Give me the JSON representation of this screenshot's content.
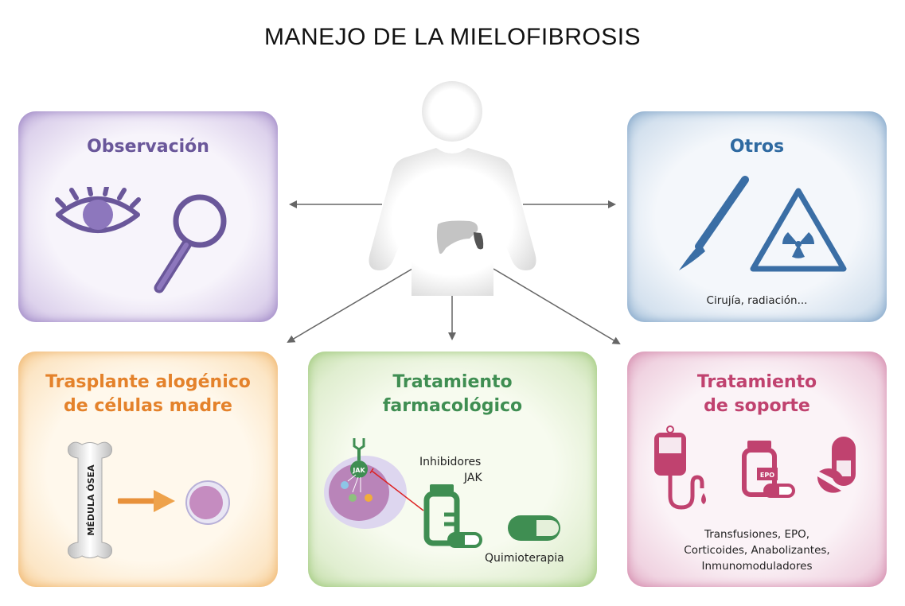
{
  "title": "MANEJO DE LA MIELOFIBROSIS",
  "center": {
    "figure": "person-silhouette",
    "organs": [
      "liver",
      "spleen"
    ]
  },
  "cards": {
    "observacion": {
      "title": "Observación",
      "icons": [
        "eye-icon",
        "magnifier-icon"
      ],
      "color": "#6a579a"
    },
    "otros": {
      "title": "Otros",
      "icons": [
        "scalpel-icon",
        "radiation-warning-icon"
      ],
      "caption": "Cirujía, radiación...",
      "color": "#2f6aa1"
    },
    "trasplante": {
      "title_line1": "Trasplante alogénico",
      "title_line2": "de células madre",
      "bone_label": "MÉDULA ÓSEA",
      "icons": [
        "bone-icon",
        "arrow-right-icon",
        "stem-cell-icon"
      ],
      "color": "#e4822b"
    },
    "farmacologico": {
      "title_line1": "Tratamiento",
      "title_line2": "farmacológico",
      "jak_label": "JAK",
      "inhibitors_line1": "Inhibidores",
      "inhibitors_line2": "JAK",
      "chemo_label": "Quimioterapia",
      "icons": [
        "cell-jak-icon",
        "pill-bottle-icon",
        "capsule-icon"
      ],
      "color": "#3f8e52"
    },
    "soporte": {
      "title_line1": "Tratamiento",
      "title_line2": "de soporte",
      "epo_label": "EPO",
      "caption_line1": "Transfusiones, EPO,",
      "caption_line2": "Corticoides, Anabolizantes,",
      "caption_line3": "Inmunomoduladores",
      "icons": [
        "iv-bag-icon",
        "epo-bottle-icon",
        "pills-icon"
      ],
      "color": "#c0426f"
    }
  },
  "arrow_color": "#666666"
}
